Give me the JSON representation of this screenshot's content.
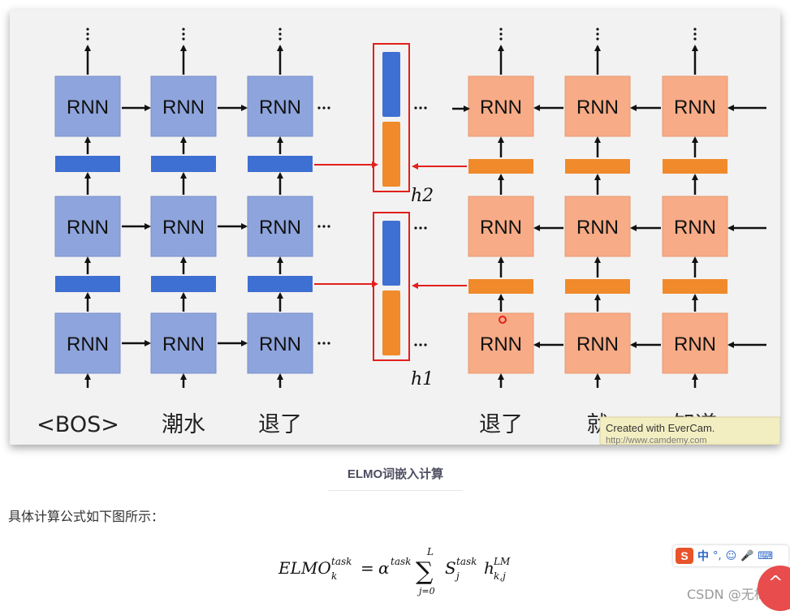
{
  "figure": {
    "cell_label": "RNN",
    "ellipsis": "···",
    "vertical_dots": "⋮",
    "h_labels": [
      "h2",
      "h1"
    ],
    "tokens_left": [
      "<BOS>",
      "潮水",
      "退了"
    ],
    "tokens_right": [
      "退了",
      "就",
      "知道"
    ],
    "watermark_line1": "Created with EverCam.",
    "watermark_line2": "http://www.camdemy.com",
    "colors": {
      "blue_cell": "#8ea4dd",
      "blue_bar": "#3e6fd2",
      "orange_cell": "#f7ab86",
      "orange_bar": "#f08a2a",
      "red": "#e2201c"
    }
  },
  "caption": "ELMO词嵌入计算",
  "intro": "具体计算公式如下图所示：",
  "formula": {
    "lhs": "ELMO",
    "lhs_sup": "task",
    "lhs_sub": "k",
    "eq": "=",
    "alpha": "α",
    "alpha_sup": "task",
    "sum": "∑",
    "sum_top": "L",
    "sum_bottom": "j=0",
    "s": "S",
    "s_sup": "task",
    "s_sub": "j",
    "h": "h",
    "h_sup": "LM",
    "h_sub": "k,j"
  },
  "ime": {
    "logo": "S",
    "lang": "中",
    "punct": "°,",
    "emoji": "☺",
    "mic": "🎤",
    "keyboard": "⌨"
  },
  "watermark": "CSDN @无枒",
  "back_to_top": "^"
}
